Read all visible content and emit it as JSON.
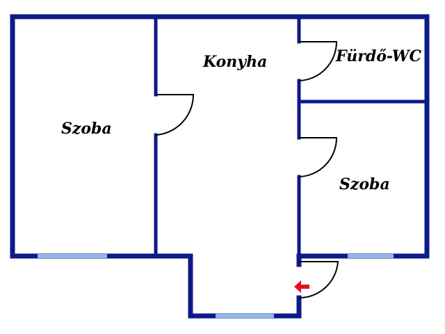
{
  "floorplan": {
    "rooms": [
      {
        "id": "room-left",
        "label": "Szoba"
      },
      {
        "id": "kitchen",
        "label": "Konyha"
      },
      {
        "id": "bathroom",
        "label": "Fürdő-WC"
      },
      {
        "id": "room-right",
        "label": "Szoba"
      }
    ],
    "entrance_marker": "arrow-left-icon"
  },
  "colors": {
    "wall": "#0d1a8a",
    "window": "#8fb8e6",
    "door": "#000000",
    "entrance_arrow": "#e0141c",
    "background": "#ffffff"
  }
}
